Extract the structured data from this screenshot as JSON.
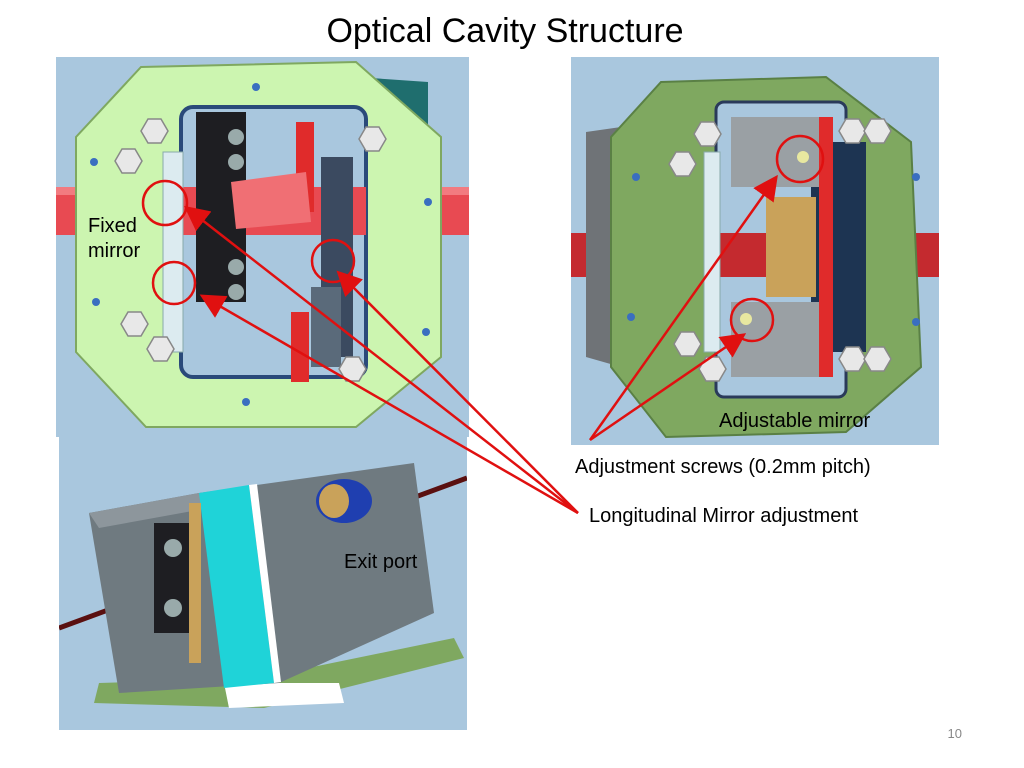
{
  "slide": {
    "title": "Optical Cavity Structure",
    "page_number": "10"
  },
  "labels": {
    "fixed_mirror": "Fixed mirror",
    "adjustable_mirror": "Adjustable mirror",
    "adjustment_screws": "Adjustment screws (0.2mm pitch)",
    "longitudinal_adjustment": "Longitudinal Mirror adjustment",
    "exit_port": "Exit port"
  },
  "colors": {
    "arrow": "#e01010",
    "plate_light": "#ccf5b0",
    "plate_dark": "#7fa860",
    "beam": "#e84a52",
    "background": "#a9c7de",
    "teal": "#1fd3d8"
  }
}
